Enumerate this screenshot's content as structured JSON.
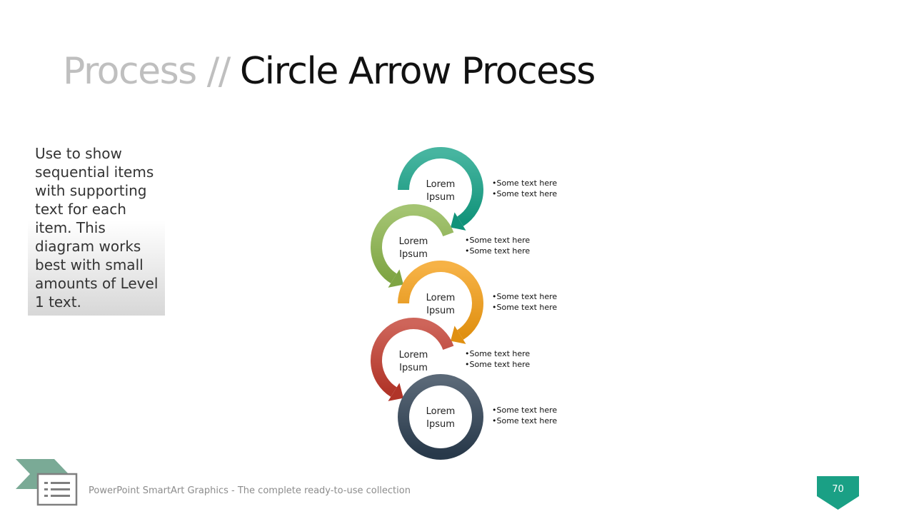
{
  "title": {
    "prefix": "Process //",
    "main": "Circle Arrow Process"
  },
  "description": "Use to show sequential items with supporting text for each item. This diagram works best with small amounts of Level 1 text.",
  "steps": [
    {
      "label_line1": "Lorem",
      "label_line2": "Ipsum",
      "bullets": [
        "•Some text here",
        "•Some text here"
      ],
      "color": "#13a085"
    },
    {
      "label_line1": "Lorem",
      "label_line2": "Ipsum",
      "bullets": [
        "•Some text here",
        "•Some text here"
      ],
      "color": "#8ab34a"
    },
    {
      "label_line1": "Lorem",
      "label_line2": "Ipsum",
      "bullets": [
        "•Some text here",
        "•Some text here"
      ],
      "color": "#f39c12"
    },
    {
      "label_line1": "Lorem",
      "label_line2": "Ipsum",
      "bullets": [
        "•Some text here",
        "•Some text here"
      ],
      "color": "#c0392b"
    },
    {
      "label_line1": "Lorem",
      "label_line2": "Ipsum",
      "bullets": [
        "•Some text here",
        "•Some text here"
      ],
      "color": "#2c3e50"
    }
  ],
  "footer": {
    "text": "PowerPoint SmartArt Graphics - The complete ready-to-use collection",
    "page_number": "70"
  },
  "colors": {
    "accent": "#1aa085",
    "logo_green": "#7aaa96",
    "logo_gray": "#7f7f7f"
  },
  "icons": {
    "logo": "list-document-icon",
    "page_badge": "page-badge-icon"
  }
}
